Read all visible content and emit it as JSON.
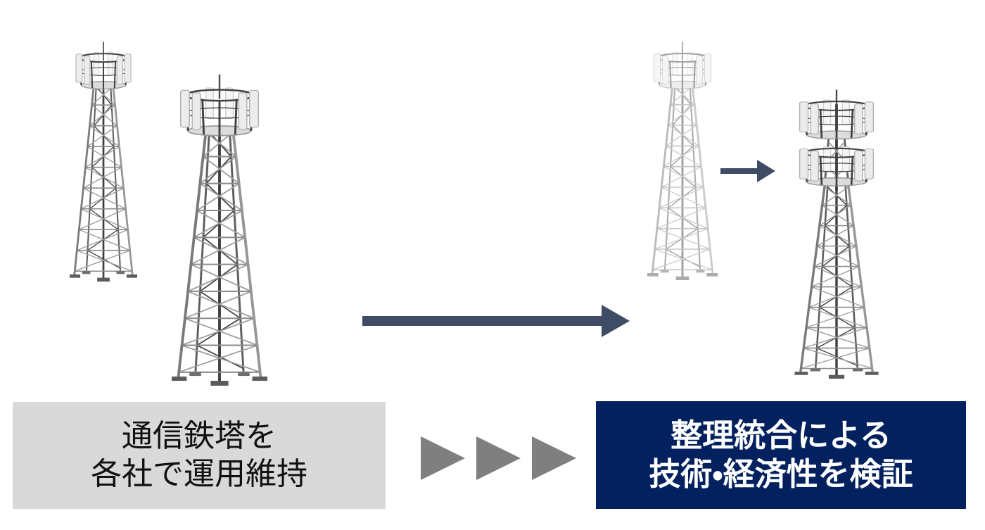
{
  "before": {
    "box_label_line1": "通信鉄塔を",
    "box_label_line2": "各社で運用維持",
    "box_background": "#d9d9d9",
    "box_text_color": "#111111"
  },
  "after": {
    "box_label_line1": "整理統合による",
    "box_label_line2": "技術・経済性を検証",
    "box_background": "#02215e",
    "box_text_color": "#ffffff"
  },
  "arrows": {
    "main_arrow_color": "#3e4c66",
    "merge_arrow_color": "#3e4c66",
    "progress_triangle_color": "#7f7f7f",
    "progress_triangle_count": 3
  },
  "icons": {
    "tower_left_small": "lattice-cell-tower-with-antenna-ring",
    "tower_left_large": "lattice-cell-tower-with-antenna-ring",
    "tower_right_faded": "lattice-cell-tower-with-antenna-ring-faded",
    "tower_right_consolidated": "lattice-cell-tower-with-two-antenna-rings",
    "main_arrow": "right-arrow",
    "merge_arrow": "right-arrow",
    "progress": "three-right-pointing-triangles"
  },
  "tower_palette": {
    "leg": "#7a7a7a",
    "leg_light": "#969696",
    "leg_back": "#5e5e5e",
    "brace": "#9d9d9d",
    "brace_dark": "#474747",
    "mast": "#3f3f3f",
    "cage": "#424242",
    "antenna_panel": "#ececec",
    "antenna_panel_border": "#b0b0b0",
    "deck": "#dcdcdc",
    "foot": "#5c5c5c",
    "faded_tower_opacity": 0.5
  },
  "page": {
    "background": "#ffffff"
  }
}
